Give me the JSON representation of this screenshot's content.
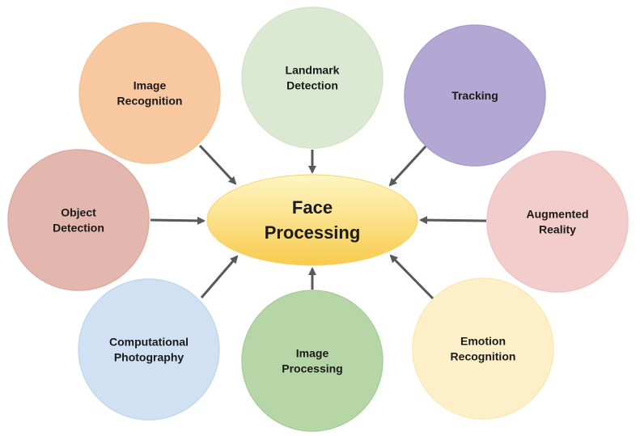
{
  "center": {
    "lines": [
      "Face",
      "Processing"
    ]
  },
  "nodes": [
    {
      "id": "image-recognition",
      "lines": [
        "Image",
        "Recognition"
      ],
      "fill": "#f8c8a0",
      "stroke": "#f6c397"
    },
    {
      "id": "landmark-detection",
      "lines": [
        "Landmark",
        "Detection"
      ],
      "fill": "#dbe9d3",
      "stroke": "#d2e4c8"
    },
    {
      "id": "tracking",
      "lines": [
        "Tracking"
      ],
      "fill": "#b3a7d4",
      "stroke": "#a99dcd"
    },
    {
      "id": "object-detection",
      "lines": [
        "Object",
        "Detection"
      ],
      "fill": "#e3b7ad",
      "stroke": "#dcaba0"
    },
    {
      "id": "augmented-reality",
      "lines": [
        "Augmented",
        "Reality"
      ],
      "fill": "#f3cdcc",
      "stroke": "#efc3c2"
    },
    {
      "id": "computational-photography",
      "lines": [
        "Computational",
        "Photography"
      ],
      "fill": "#cfe1f2",
      "stroke": "#c3d9ee"
    },
    {
      "id": "image-processing",
      "lines": [
        "Image",
        "Processing"
      ],
      "fill": "#b6d6a8",
      "stroke": "#a9cd99"
    },
    {
      "id": "emotion-recognition",
      "lines": [
        "Emotion",
        "Recognition"
      ],
      "fill": "#fdf0c8",
      "stroke": "#fbe9b5"
    }
  ],
  "colors": {
    "arrow": "#595959",
    "center_top": "#fff6c4",
    "center_bottom": "#f7cb4d",
    "center_stroke": "#f5d36a"
  }
}
